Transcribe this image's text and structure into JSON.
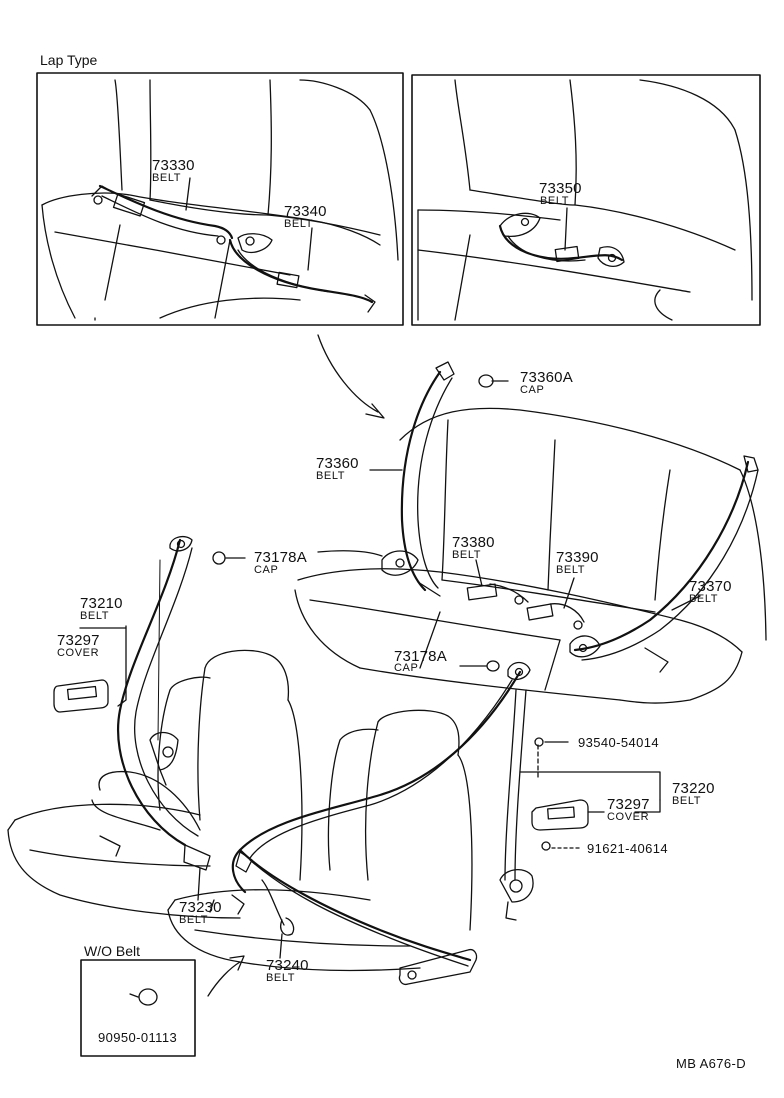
{
  "header": {
    "lap_type": "Lap Type"
  },
  "wo_belt": {
    "title": "W/O Belt",
    "part": "90950-01113"
  },
  "drawing_code": "MB A676-D",
  "parts": {
    "p73330": {
      "number": "73330",
      "name": "BELT"
    },
    "p73340": {
      "number": "73340",
      "name": "BELT"
    },
    "p73350": {
      "number": "73350",
      "name": "BELT"
    },
    "p73360A": {
      "number": "73360A",
      "name": "CAP"
    },
    "p73360": {
      "number": "73360",
      "name": "BELT"
    },
    "p73178A_left": {
      "number": "73178A",
      "name": "CAP"
    },
    "p73380": {
      "number": "73380",
      "name": "BELT"
    },
    "p73390": {
      "number": "73390",
      "name": "BELT"
    },
    "p73370": {
      "number": "73370",
      "name": "BELT"
    },
    "p73210": {
      "number": "73210",
      "name": "BELT"
    },
    "p73297_left": {
      "number": "73297",
      "name": "COVER"
    },
    "p73178A_center": {
      "number": "73178A",
      "name": "CAP"
    },
    "p93540": {
      "number": "93540-54014"
    },
    "p73220": {
      "number": "73220",
      "name": "BELT"
    },
    "p73297_right": {
      "number": "73297",
      "name": "COVER"
    },
    "p91621": {
      "number": "91621-40614"
    },
    "p73230": {
      "number": "73230",
      "name": "BELT"
    },
    "p73240": {
      "number": "73240",
      "name": "BELT"
    }
  }
}
